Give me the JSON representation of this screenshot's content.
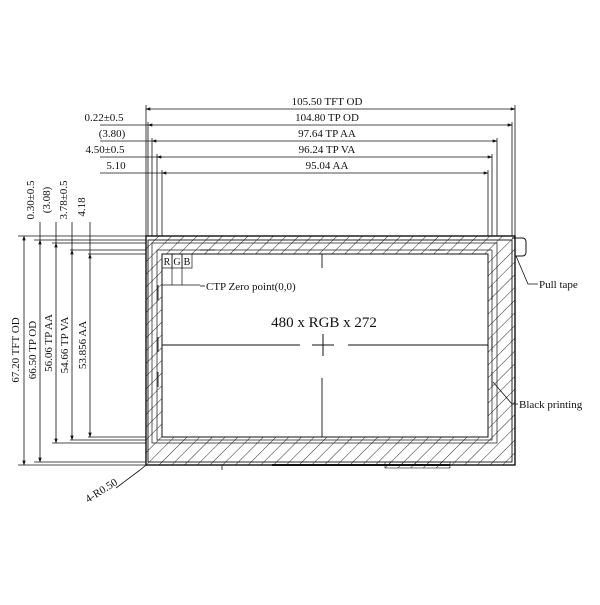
{
  "horizontal_dimensions": {
    "tft_od": "105.50 TFT OD",
    "tp_od_left": "0.22±0.5",
    "tp_od": "104.80 TP OD",
    "tp_aa_left": "(3.80)",
    "tp_aa": "97.64 TP AA",
    "tp_va_left": "4.50±0.5",
    "tp_va": "96.24 TP VA",
    "aa_left": "5.10",
    "aa": "95.04 AA"
  },
  "vertical_dimensions": {
    "top_1": "0.30±0.5",
    "top_2": "(3.08)",
    "top_3": "3.78±0.5",
    "top_4": "4.18",
    "tft_od": "67.20 TFT OD",
    "tp_od": "66.50 TP OD",
    "tp_aa": "56.06 TP AA",
    "tp_va": "54.66 TP VA",
    "aa": "53.856 AA"
  },
  "screen": {
    "resolution": "480 x RGB x 272",
    "subpixels": [
      "R",
      "G",
      "B"
    ]
  },
  "callouts": {
    "ctp_zero": "CTP Zero point(0,0)",
    "pull_tape": "Pull tape",
    "black_printing": "Black printing",
    "corner_radius": "4-R0.50"
  },
  "colors": {
    "line": "#111111",
    "background": "#ffffff"
  }
}
